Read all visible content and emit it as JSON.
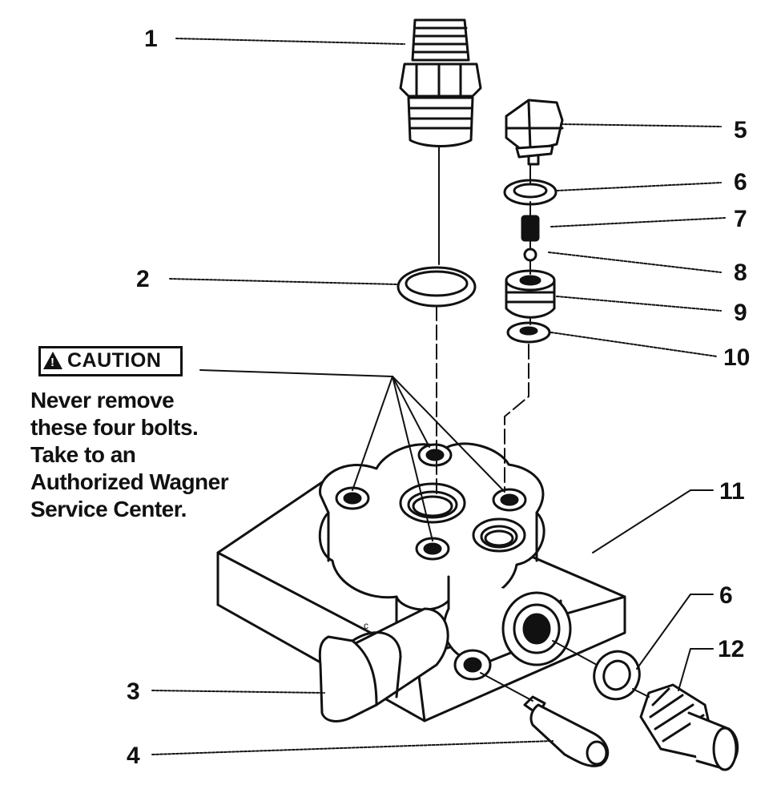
{
  "callouts": {
    "c1": "1",
    "c2": "2",
    "c3": "3",
    "c4": "4",
    "c5": "5",
    "c6a": "6",
    "c7": "7",
    "c8": "8",
    "c9": "9",
    "c10": "10",
    "c11": "11",
    "c6b": "6",
    "c12": "12"
  },
  "caution": {
    "title": "CAUTION",
    "lines": [
      "Never remove",
      "these four bolts.",
      "Take to an",
      "Authorized Wagner",
      "Service Center."
    ]
  }
}
